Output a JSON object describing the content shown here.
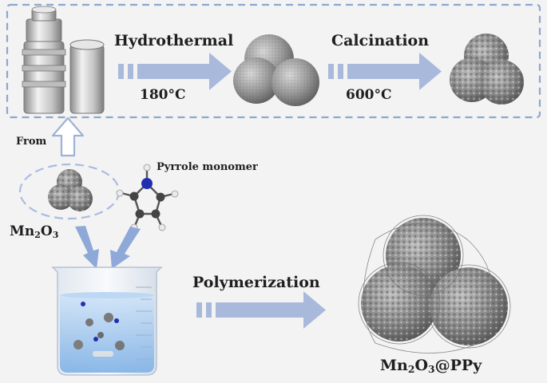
{
  "step1": {
    "label": "Hydrothermal",
    "condition": "180°C"
  },
  "step2": {
    "label": "Calcination",
    "condition": "600°C"
  },
  "from_label": "From",
  "pyrrole_label": "Pyrrole monomer",
  "mn2o3_label": {
    "base1": "Mn",
    "sub1": "2",
    "base2": "O",
    "sub2": "3"
  },
  "polymerization_label": "Polymerization",
  "product_label": {
    "base1": "Mn",
    "sub1": "2",
    "base2": "O",
    "sub2": "3",
    "suffix": "@PPy"
  },
  "colors": {
    "arrow_blue": "#a9b9db",
    "dashed_border": "#8fa6cf",
    "sphere_gray": "#8f8f8f",
    "nitrogen_blue": "#1f2fb0",
    "liquid_blue": "#9ec6ee"
  }
}
